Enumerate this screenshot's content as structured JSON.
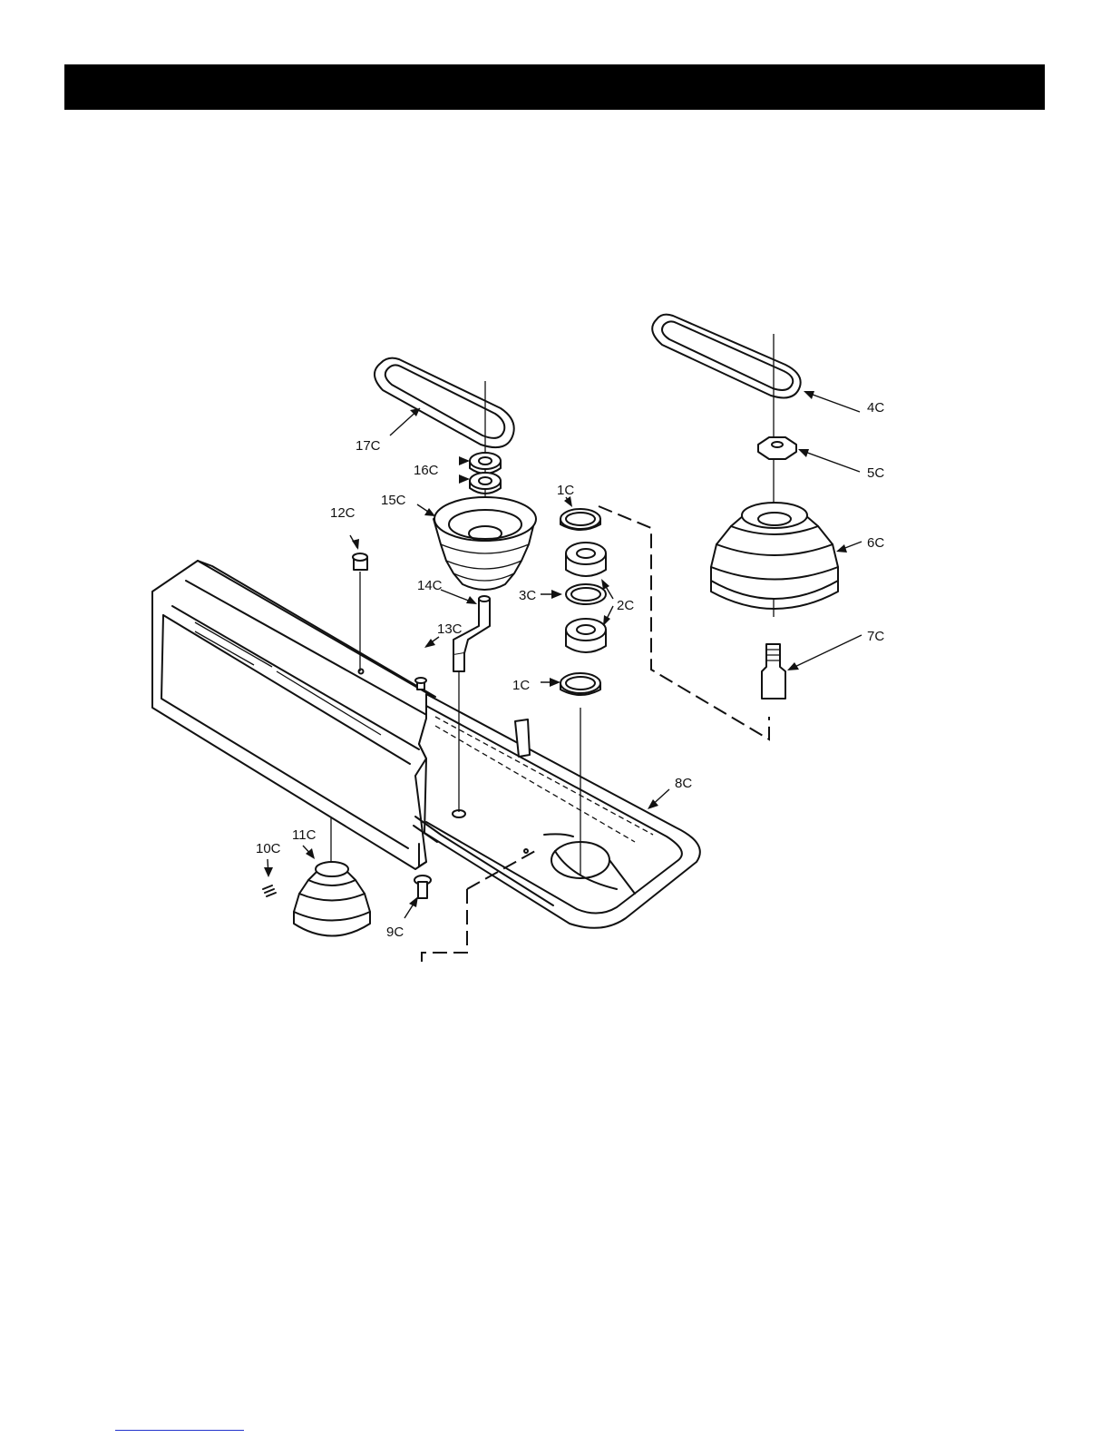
{
  "parts": [
    {
      "id": "p1a",
      "label": "1C"
    },
    {
      "id": "p1b",
      "label": "1C"
    },
    {
      "id": "p2",
      "label": "2C"
    },
    {
      "id": "p3",
      "label": "3C"
    },
    {
      "id": "p4",
      "label": "4C"
    },
    {
      "id": "p5",
      "label": "5C"
    },
    {
      "id": "p6",
      "label": "6C"
    },
    {
      "id": "p7",
      "label": "7C"
    },
    {
      "id": "p8",
      "label": "8C"
    },
    {
      "id": "p9",
      "label": "9C"
    },
    {
      "id": "p10",
      "label": "10C"
    },
    {
      "id": "p11",
      "label": "11C"
    },
    {
      "id": "p12",
      "label": "12C"
    },
    {
      "id": "p13",
      "label": "13C"
    },
    {
      "id": "p14",
      "label": "14C"
    },
    {
      "id": "p15",
      "label": "15C"
    },
    {
      "id": "p16",
      "label": "16C"
    },
    {
      "id": "p17",
      "label": "17C"
    }
  ],
  "colors": {
    "header_bar": "#000000",
    "line_art": "#111111",
    "footer_link": "#2233cc"
  }
}
